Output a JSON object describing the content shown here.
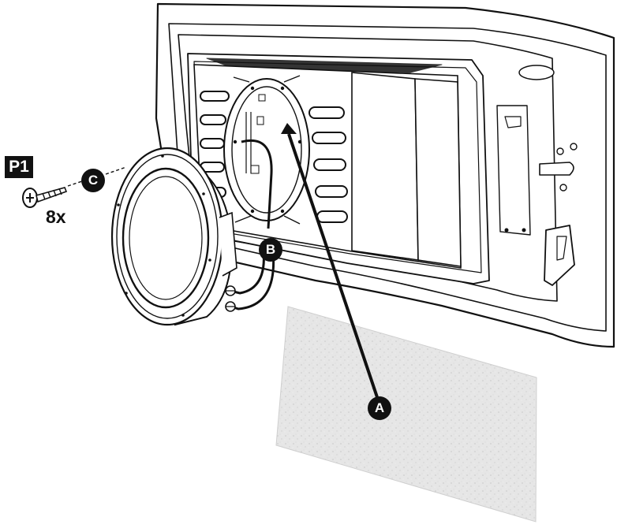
{
  "diagram": {
    "part_label": "P1",
    "screw_quantity": "8x",
    "callouts": {
      "a": "A",
      "b": "B",
      "c": "C"
    }
  },
  "colors": {
    "line": "#111111",
    "panel_fill": "#ffffff",
    "foam_fill": "#e6e6e6",
    "label_fill": "#111111",
    "label_text": "#ffffff"
  },
  "icons": {
    "screw": "screw-icon",
    "speaker": "speaker-icon",
    "foam_pad": "foam-pad-icon",
    "wire_connector": "wire-connector-icon"
  }
}
